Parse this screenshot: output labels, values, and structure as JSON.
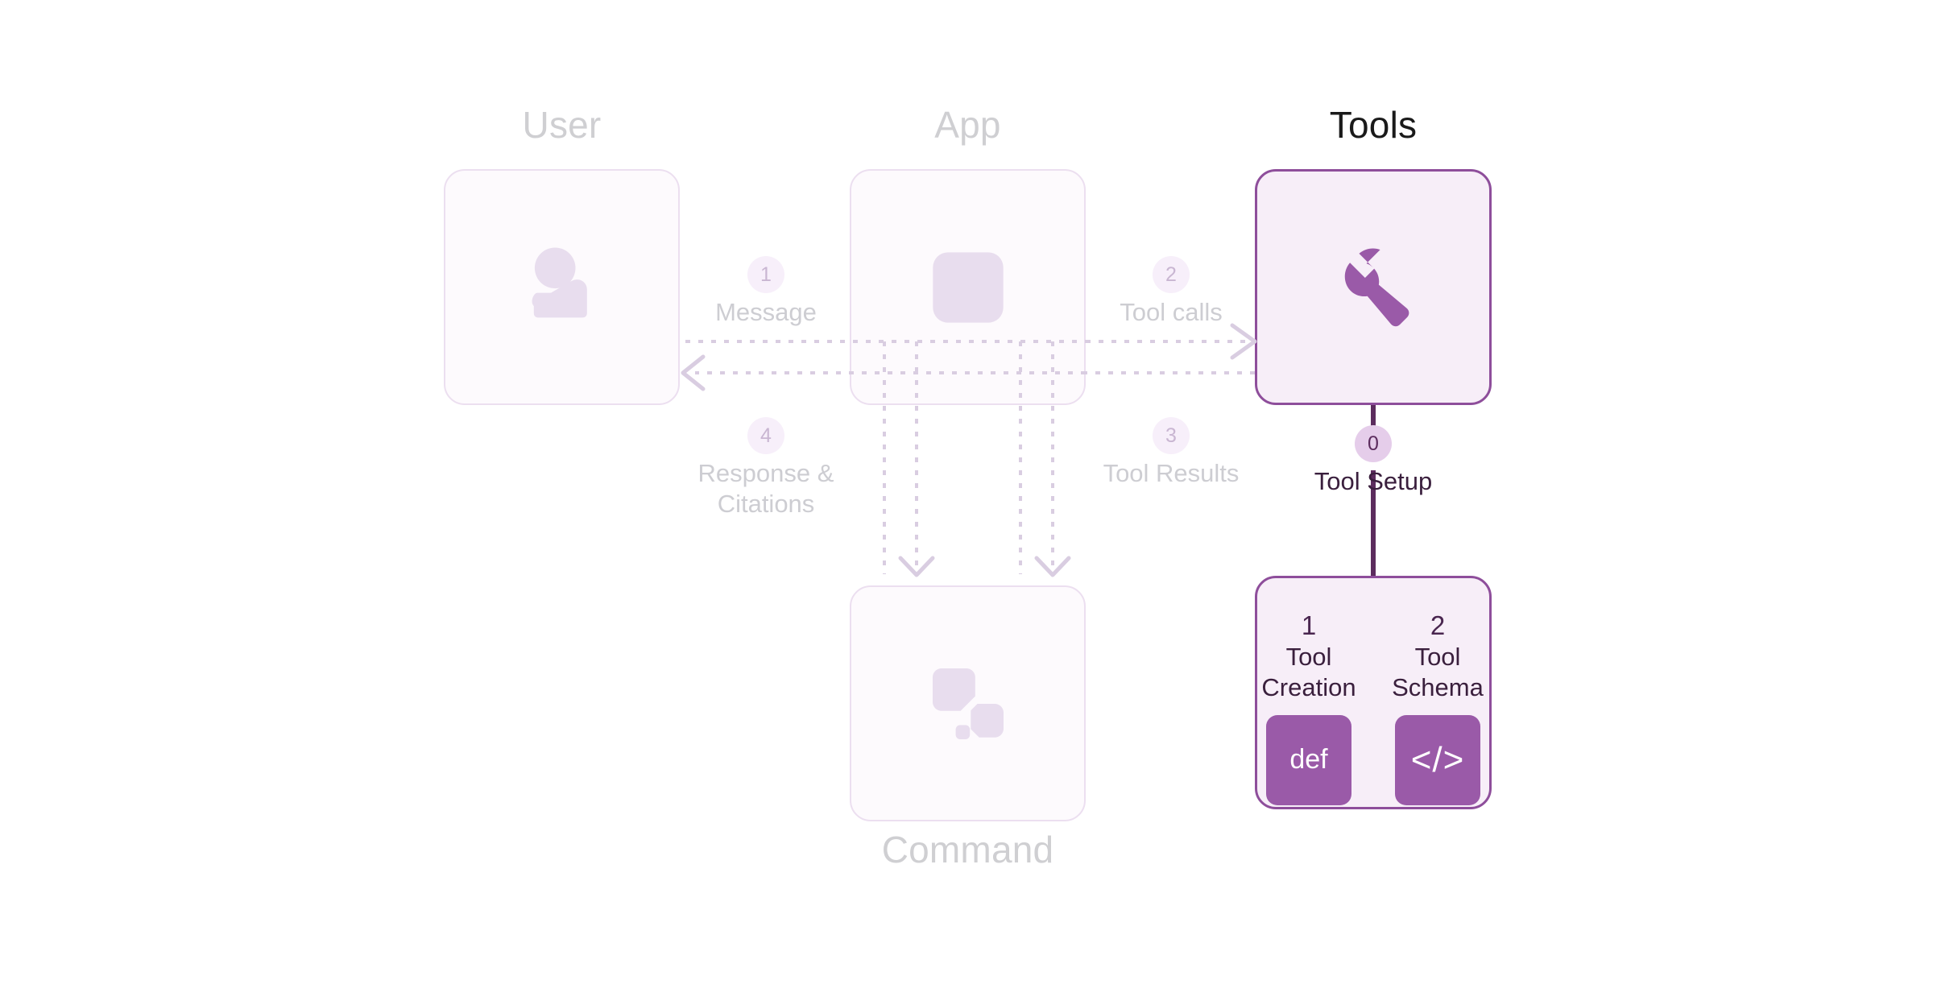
{
  "diagram": {
    "title_user": "User",
    "title_app": "App",
    "title_tools": "Tools",
    "title_command": "Command",
    "colors": {
      "accent_strong": "#8e4e9b",
      "accent_mid": "#9a5aa8",
      "accent_light": "#e5cdea",
      "panel_fill": "#f7eef8",
      "faded_fill": "#fdfafd",
      "faded_border": "#ecdff0",
      "faded_icon": "#e8ddee",
      "muted_text": "#cfcfd2",
      "dark_text": "#3a1f3d"
    },
    "nodes": [
      {
        "key": "user",
        "label": "User",
        "icon": "person-icon",
        "state": "faded",
        "label_position": "above"
      },
      {
        "key": "app",
        "label": "App",
        "icon": "app-square-icon",
        "state": "faded",
        "label_position": "above"
      },
      {
        "key": "tools",
        "label": "Tools",
        "icon": "wrench-icon",
        "state": "highlight",
        "label_position": "above"
      },
      {
        "key": "command",
        "label": "Command",
        "icon": "command-logo-icon",
        "state": "faded",
        "label_position": "below"
      }
    ],
    "steps": [
      {
        "num": "1",
        "label": "Message",
        "state": "faded",
        "from": "user",
        "to": "app"
      },
      {
        "num": "2",
        "label": "Tool calls",
        "state": "faded",
        "from": "app",
        "to": "tools"
      },
      {
        "num": "3",
        "label": "Tool Results",
        "state": "faded",
        "from": "tools",
        "to": "app"
      },
      {
        "num": "4",
        "label": "Response &\nCitations",
        "line1": "Response &",
        "line2": "Citations",
        "state": "faded",
        "from": "app",
        "to": "user"
      },
      {
        "num": "0",
        "label": "Tool Setup",
        "state": "strong",
        "from": "tools",
        "to": "tool-setup"
      }
    ],
    "tool_setup": {
      "items": [
        {
          "num": "1",
          "name_line1": "Tool",
          "name_line2": "Creation",
          "tile_text": "def",
          "tile_kind": "text"
        },
        {
          "num": "2",
          "name_line1": "Tool",
          "name_line2": "Schema",
          "tile_text": "</>",
          "tile_kind": "code"
        }
      ]
    }
  }
}
